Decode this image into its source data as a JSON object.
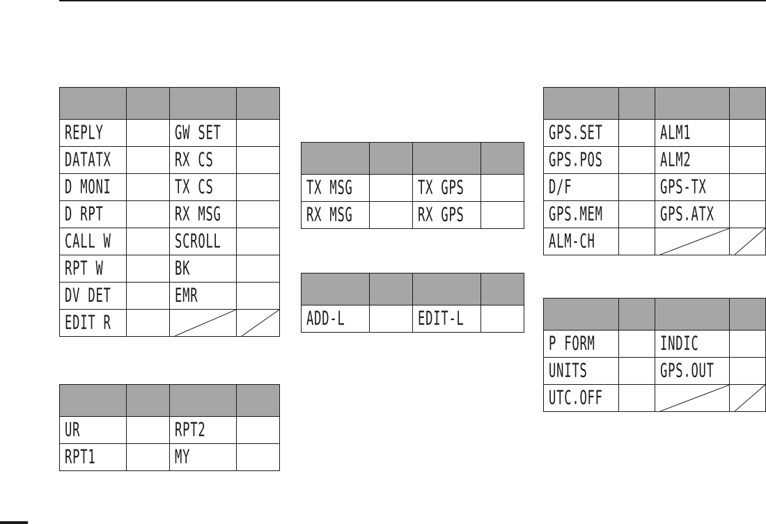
{
  "tables": [
    {
      "id": "left-top",
      "rows": [
        [
          "REPLY",
          "GW SET"
        ],
        [
          "DATATX",
          "RX CS"
        ],
        [
          "D MONI",
          "TX CS"
        ],
        [
          "D RPT",
          "RX MSG"
        ],
        [
          "CALL W",
          "SCROLL"
        ],
        [
          "RPT W",
          "BK"
        ],
        [
          "DV DET",
          "EMR"
        ],
        [
          "EDIT R",
          ""
        ]
      ]
    },
    {
      "id": "left-bottom",
      "rows": [
        [
          "UR",
          "RPT2"
        ],
        [
          "RPT1",
          "MY"
        ]
      ]
    },
    {
      "id": "mid-top",
      "rows": [
        [
          "TX MSG",
          "TX GPS"
        ],
        [
          "RX MSG",
          "RX GPS"
        ]
      ]
    },
    {
      "id": "mid-bottom",
      "rows": [
        [
          "ADD-L",
          "EDIT-L"
        ]
      ]
    },
    {
      "id": "right-top",
      "rows": [
        [
          "GPS.SET",
          "ALM1"
        ],
        [
          "GPS.POS",
          "ALM2"
        ],
        [
          "D/F",
          "GPS-TX"
        ],
        [
          "GPS.MEM",
          "GPS.ATX"
        ],
        [
          "ALM-CH",
          ""
        ]
      ]
    },
    {
      "id": "right-bottom",
      "rows": [
        [
          "P FORM",
          "INDIC"
        ],
        [
          "UNITS",
          "GPS.OUT"
        ],
        [
          "UTC.OFF",
          ""
        ]
      ]
    }
  ]
}
